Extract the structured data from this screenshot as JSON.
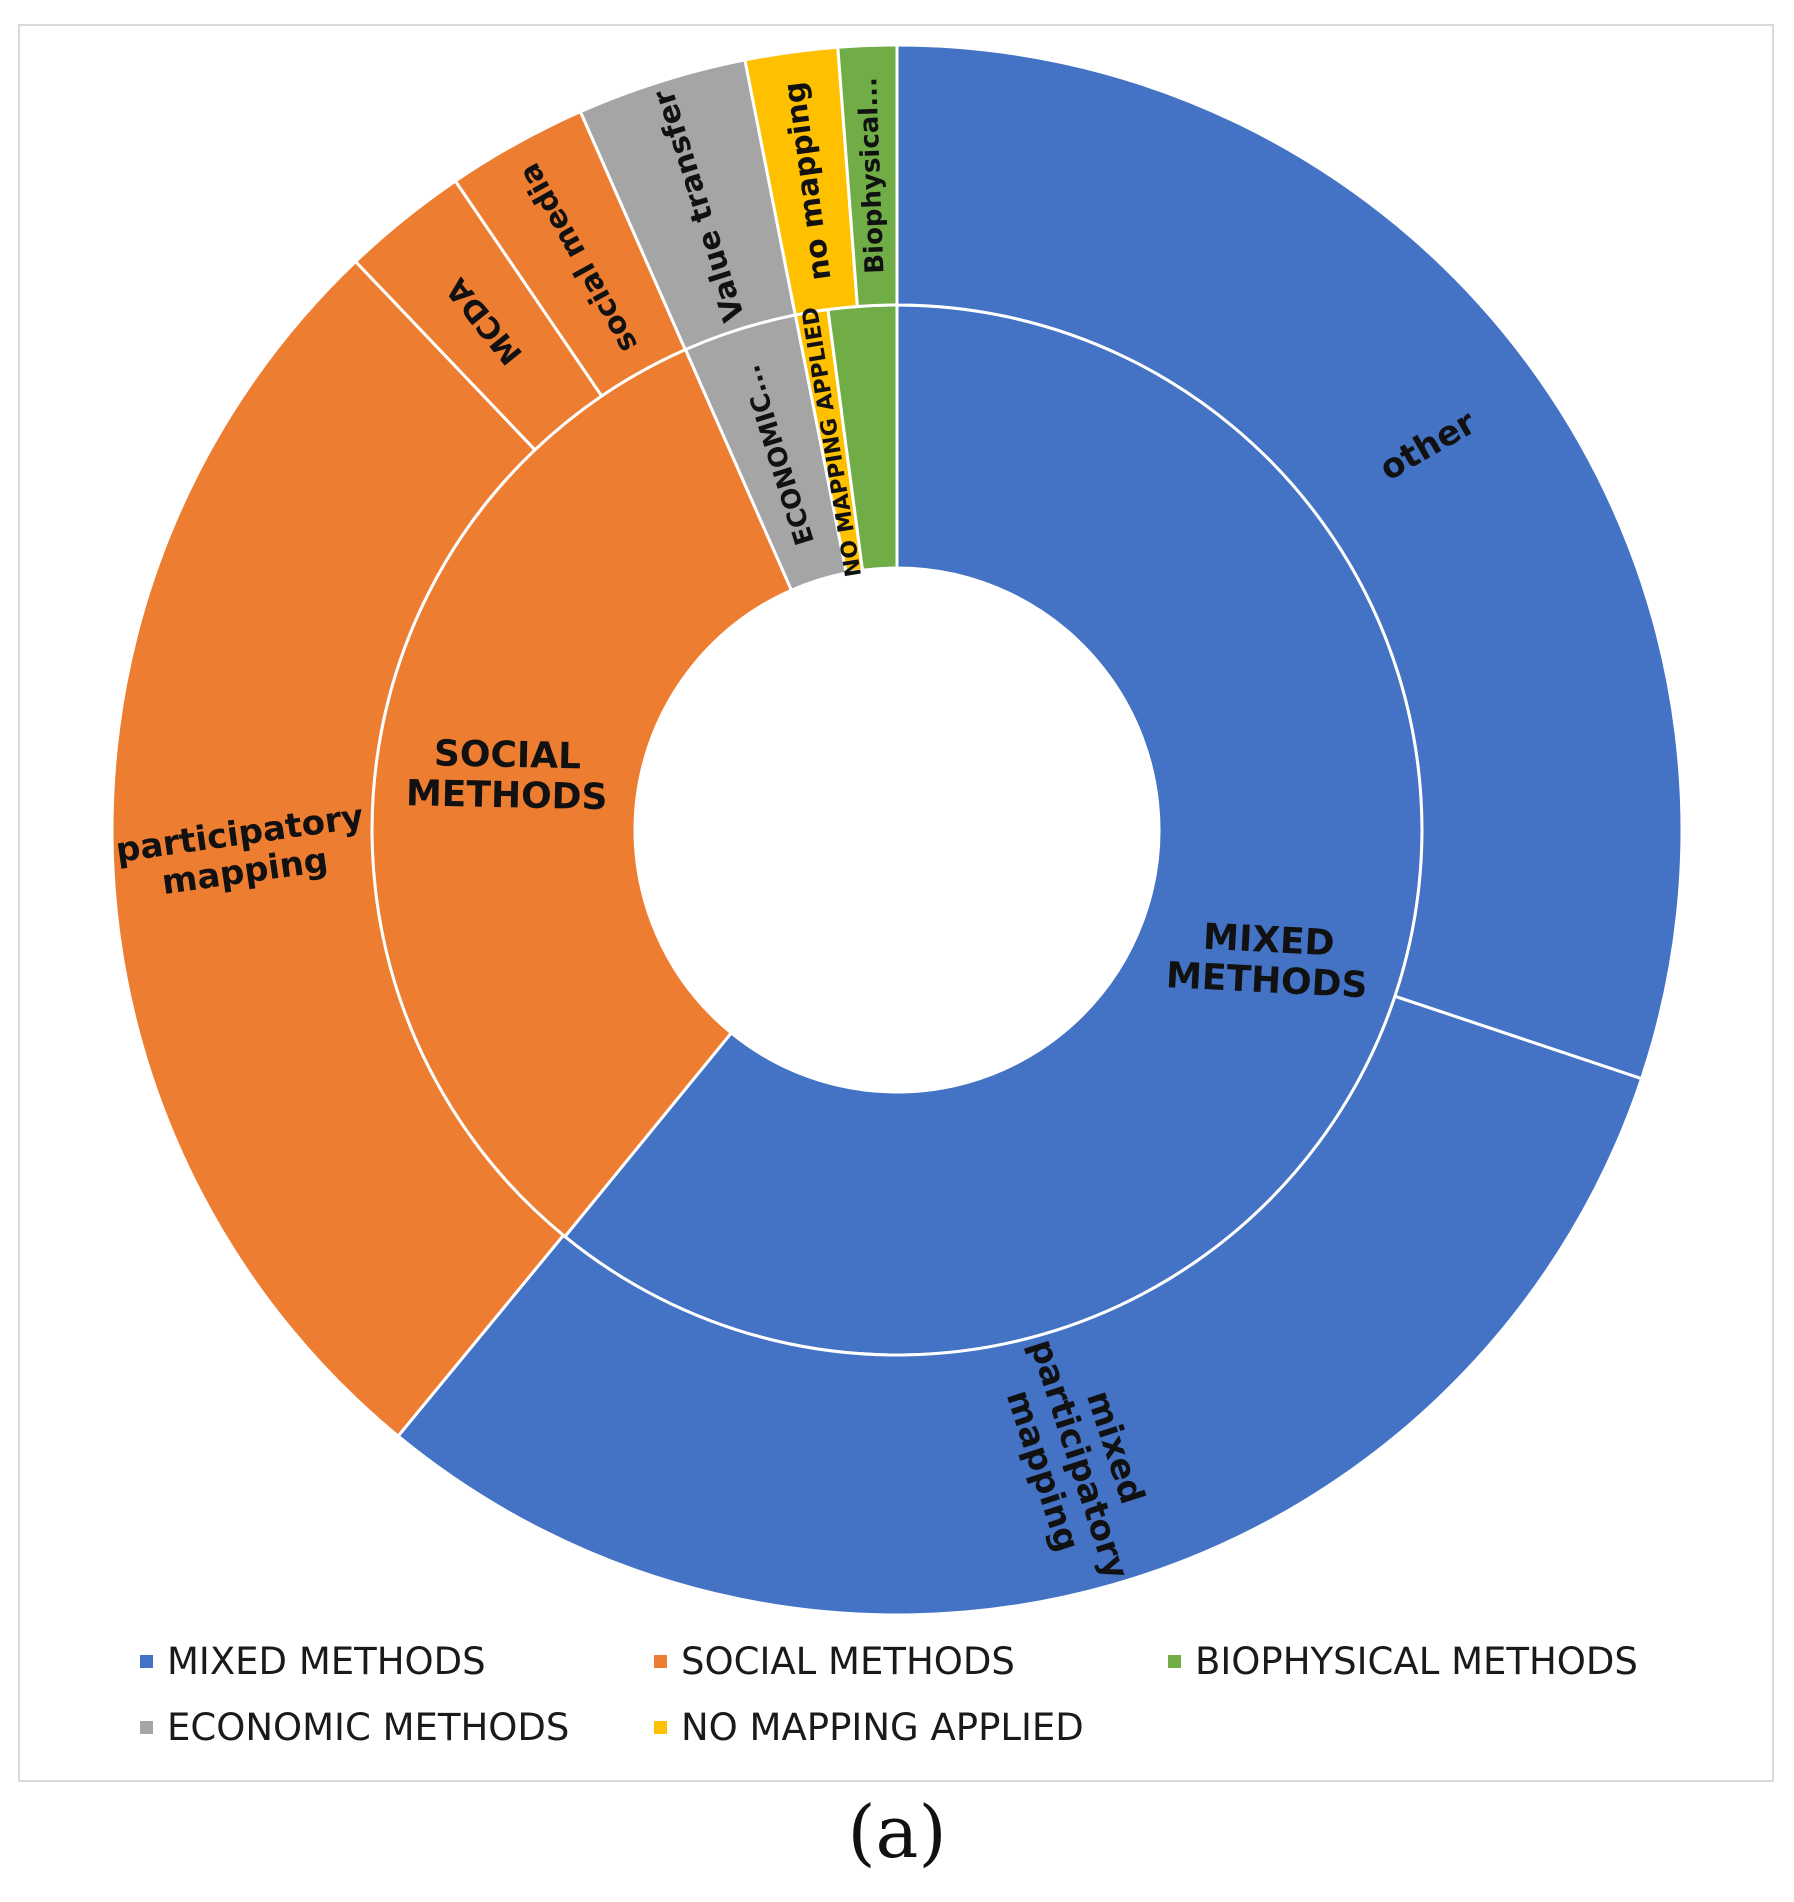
{
  "chart_data": {
    "type": "sunburst",
    "inner_ring": [
      {
        "label": "MIXED METHODS",
        "value": 60.9,
        "color": "#4472C4"
      },
      {
        "label": "SOCIAL METHODS",
        "value": 32.5,
        "color": "#ED7D31"
      },
      {
        "label": "ECONOMIC...",
        "value": 3.5,
        "color": "#A5A5A5"
      },
      {
        "label": "NO MAPPING APPLIED",
        "value": 1.0,
        "color": "#FFC000"
      },
      {
        "label": "",
        "value": 2.1,
        "color": "#70AD47"
      }
    ],
    "outer_ring": [
      {
        "label": "other",
        "value": 30.1,
        "color": "#4472C4",
        "parent": "MIXED METHODS"
      },
      {
        "label": "mixed participatory mapping",
        "value": 30.8,
        "color": "#4472C4",
        "parent": "MIXED METHODS"
      },
      {
        "label": "participatory mapping",
        "value": 26.9,
        "color": "#ED7D31",
        "parent": "SOCIAL METHODS"
      },
      {
        "label": "MCDA",
        "value": 2.6,
        "color": "#ED7D31",
        "parent": "SOCIAL METHODS"
      },
      {
        "label": "social media",
        "value": 2.9,
        "color": "#ED7D31",
        "parent": "SOCIAL METHODS"
      },
      {
        "label": "Value transfer",
        "value": 3.5,
        "color": "#A5A5A5",
        "parent": "ECONOMIC METHODS"
      },
      {
        "label": "no mapping",
        "value": 1.9,
        "color": "#FFC000",
        "parent": "NO MAPPING APPLIED"
      },
      {
        "label": "Biophysical...",
        "value": 1.2,
        "color": "#70AD47",
        "parent": "BIOPHYSICAL METHODS"
      }
    ],
    "legend": [
      {
        "label": "MIXED METHODS",
        "color": "#4472C4"
      },
      {
        "label": "SOCIAL METHODS",
        "color": "#ED7D31"
      },
      {
        "label": "BIOPHYSICAL METHODS",
        "color": "#70AD47"
      },
      {
        "label": "ECONOMIC METHODS",
        "color": "#A5A5A5"
      },
      {
        "label": "NO MAPPING APPLIED",
        "color": "#FFC000"
      }
    ],
    "legend_position": "bottom"
  },
  "panel_label": "(a)"
}
